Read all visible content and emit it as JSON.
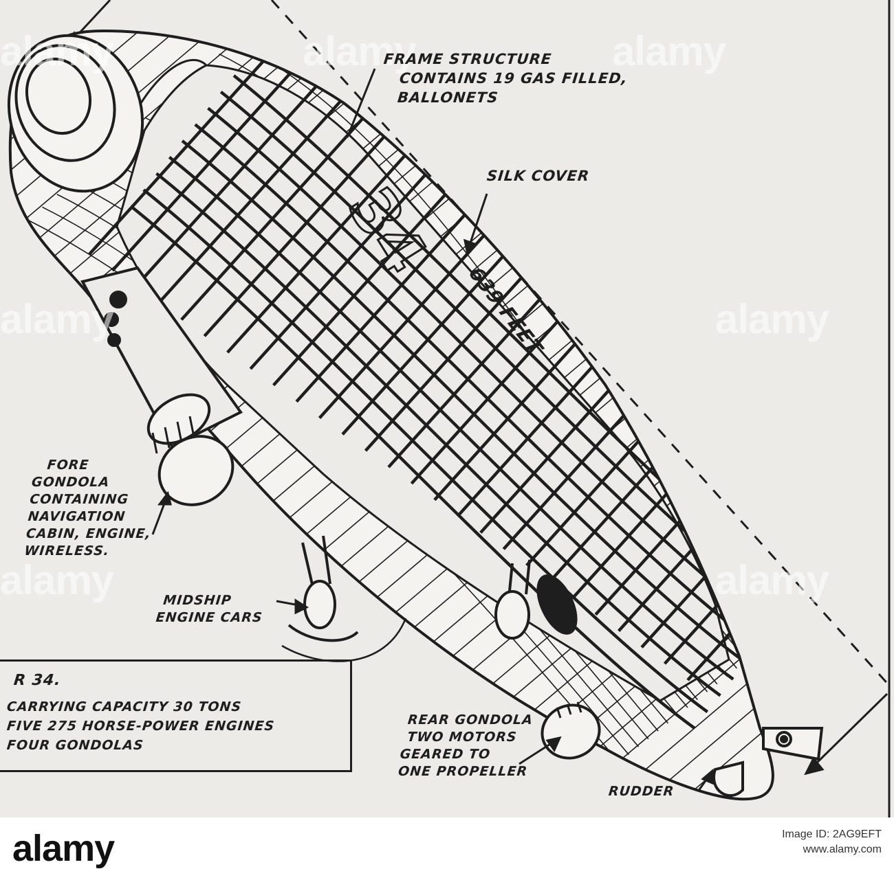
{
  "labels": {
    "frame_structure": [
      "FRAME STRUCTURE",
      "CONTAINS 19 GAS FILLED,",
      "BALLONETS"
    ],
    "silk_cover": "SILK COVER",
    "length": "639 FEET",
    "fore_gondola": [
      "FORE",
      "GONDOLA",
      "CONTAINING",
      "NAVIGATION",
      "CABIN, ENGINE,",
      "WIRELESS."
    ],
    "midship": [
      "MIDSHIP",
      "ENGINE CARS"
    ],
    "rear_gondola": [
      "REAR GONDOLA",
      "TWO MOTORS",
      "GEARED TO",
      "ONE PROPELLER"
    ],
    "rudder": "RUDDER",
    "hull_number": "34"
  },
  "spec_box": {
    "title": "R 34.",
    "lines": [
      "CARRYING CAPACITY 30 TONS",
      "FIVE 275 HORSE-POWER ENGINES",
      "FOUR GONDOLAS"
    ]
  },
  "watermark": "alamy",
  "footer": {
    "brand": "alamy",
    "image_id": "Image ID: 2AG9EFT",
    "url": "www.alamy.com"
  },
  "colors": {
    "ink": "#1e1e1e",
    "paper": "#ecebe7",
    "hull": "#f4f3ef"
  }
}
